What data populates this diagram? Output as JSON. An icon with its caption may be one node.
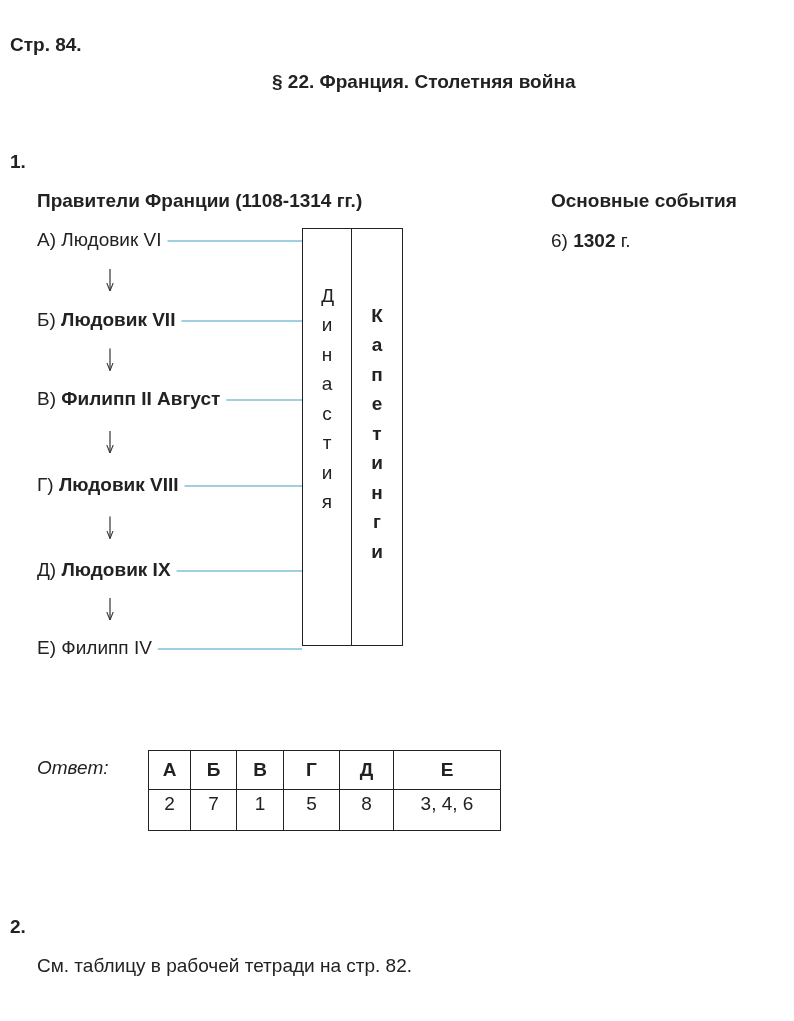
{
  "diagram": {
    "title": "§ 22. Франция. Столетняя война",
    "nodes": [
      {
        "text": [
          "А) Людовик VI"
        ]
      },
      {
        "text": [
          "Б) **Людовик VII**"
        ]
      },
      {
        "text": [
          "В) **Филипп II Август**"
        ]
      },
      {
        "text": [
          "Г) **Людовик VIII**"
        ]
      },
      {
        "text": [
          "Д) **Людовик IX**"
        ]
      },
      {
        "text": [
          "Е) Филипп IV"
        ]
      },
      {
        "text": [
          "Династия"
        ]
      },
      {
        "text": [
          "Капетинги"
        ]
      }
    ],
    "edges": [
      {
        "from": 0,
        "to": 1,
        "arrow": "to",
        "color": "#333333"
      },
      {
        "from": 1,
        "to": 2,
        "arrow": "to",
        "color": "#333333"
      },
      {
        "from": 2,
        "to": 3,
        "arrow": "to",
        "color": "#333333"
      },
      {
        "from": 3,
        "to": 4,
        "arrow": "to",
        "color": "#333333"
      },
      {
        "from": 4,
        "to": 5,
        "arrow": "to",
        "color": "#333333"
      },
      {
        "from": 0,
        "to": 6,
        "arrow": "none"
      },
      {
        "from": 1,
        "to": 6,
        "arrow": "none"
      },
      {
        "from": 2,
        "to": 6,
        "arrow": "none"
      },
      {
        "from": 3,
        "to": 6,
        "arrow": "none"
      },
      {
        "from": 4,
        "to": 6,
        "arrow": "none"
      },
      {
        "from": 5,
        "to": 6,
        "arrow": "none"
      }
    ],
    "labels": [
      "Стр. 84.",
      "1.",
      "Правители Франции (1108-1314 гг.)",
      "Основные события",
      "6) **1302** г.",
      "Ответ:",
      "А",
      "Б",
      "В",
      "Г",
      "Д",
      "Е",
      "2",
      "7",
      "1",
      "5",
      "8",
      "3, 4, 6",
      "2.",
      "См. таблицу в рабочей тетради на стр. 82."
    ]
  }
}
